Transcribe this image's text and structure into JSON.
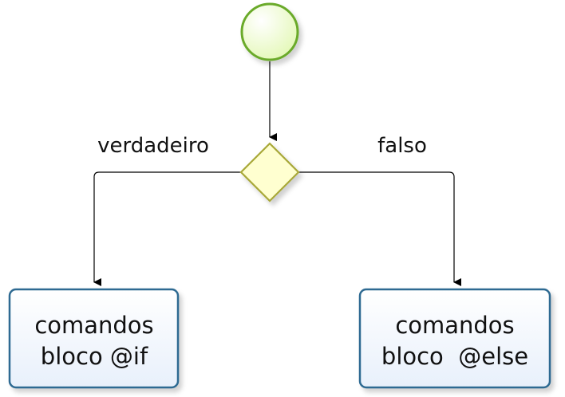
{
  "labels": {
    "true_branch": "verdadeiro",
    "false_branch": "falso"
  },
  "nodes": {
    "if_block": {
      "line1": "comandos",
      "line2": "bloco @if"
    },
    "else_block": {
      "line1": "comandos",
      "line2": "bloco  @else"
    }
  },
  "colors": {
    "start_fill": "#f0fcd2",
    "start_stroke": "#6aaa2a",
    "decision_fill": "#ffffd0",
    "decision_stroke": "#a8a838",
    "task_fill": "#ffffff",
    "task_stroke": "#2d6a92",
    "connector": "#000000"
  }
}
